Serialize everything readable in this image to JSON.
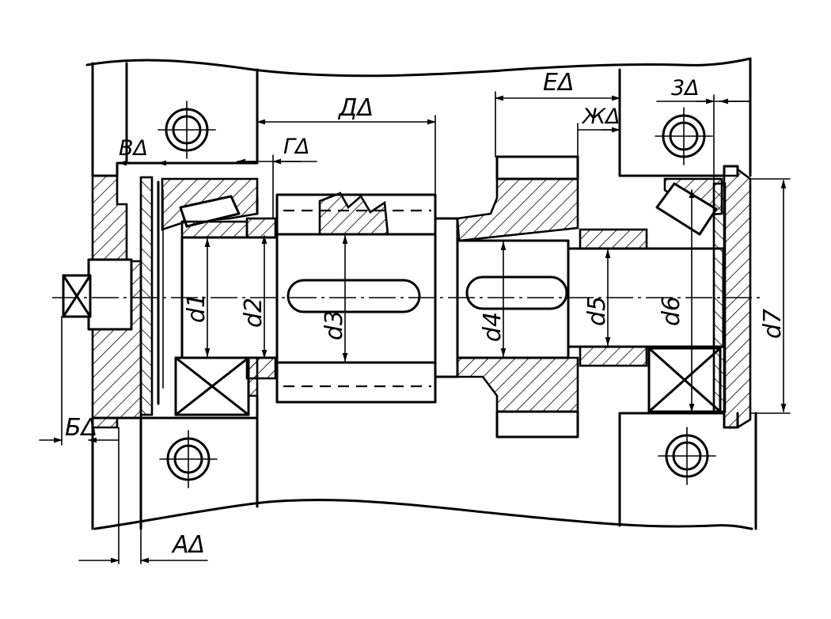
{
  "labels": {
    "A": "AΔ",
    "B": "БΔ",
    "V": "BΔ",
    "G": "ГΔ",
    "D": "ДΔ",
    "E": "EΔ",
    "Zh": "ЖΔ",
    "Z": "3Δ"
  },
  "diameters": {
    "d1": "d1",
    "d2": "d2",
    "d3": "d3",
    "d4": "d4",
    "d5": "d5",
    "d6": "d6",
    "d7": "d7"
  }
}
